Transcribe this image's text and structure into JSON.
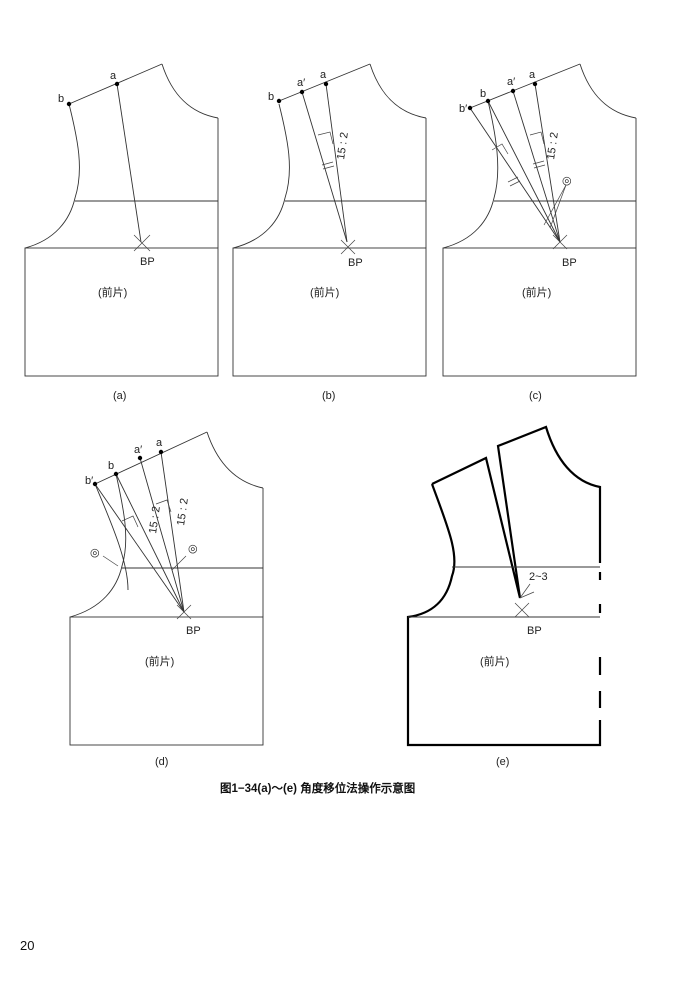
{
  "figure": {
    "caption": "图1−34(a)～(e) 角度移位法操作示意图",
    "page_number": "20",
    "panels": [
      {
        "id": "a",
        "sublabel": "(a)",
        "piece_label": "(前片)",
        "bp": "BP",
        "points": [
          "b",
          "a"
        ]
      },
      {
        "id": "b",
        "sublabel": "(b)",
        "piece_label": "(前片)",
        "bp": "BP",
        "points": [
          "b",
          "a′",
          "a"
        ],
        "ratio": "15 : 2"
      },
      {
        "id": "c",
        "sublabel": "(c)",
        "piece_label": "(前片)",
        "bp": "BP",
        "points": [
          "b′",
          "b",
          "a′",
          "a"
        ],
        "ratio": "15 : 2",
        "mark": "◎"
      },
      {
        "id": "d",
        "sublabel": "(d)",
        "piece_label": "(前片)",
        "bp": "BP",
        "points": [
          "b′",
          "b",
          "a′",
          "a"
        ],
        "ratio": "15 : 2",
        "mark": "◎"
      },
      {
        "id": "e",
        "sublabel": "(e)",
        "piece_label": "(前片)",
        "bp": "BP",
        "dimension": "2~3"
      }
    ]
  }
}
